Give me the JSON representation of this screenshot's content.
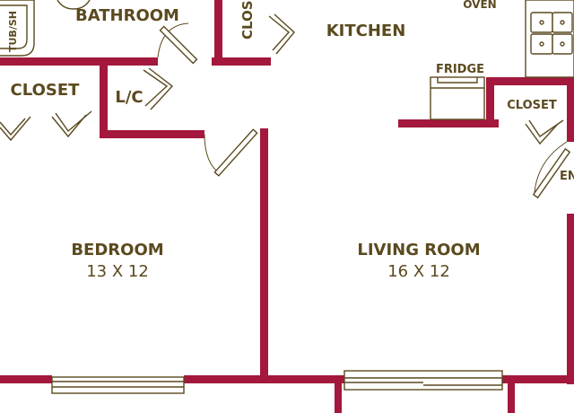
{
  "rooms": {
    "bathroom": "BATHROOM",
    "tub": "TUB/SH",
    "closet_top": "CLOS",
    "kitchen": "KITCHEN",
    "oven": "OVEN",
    "fridge": "FRIDGE",
    "closet_left": "CLOSET",
    "linen": "L/C",
    "closet_right": "CLOSET",
    "entry": "EN",
    "bedroom": "BEDROOM",
    "bedroom_size": "13 X 12",
    "living": "LIVING ROOM",
    "living_size": "16 X 12"
  },
  "colors": {
    "wall": "#a3183c",
    "label": "#5b4a1f",
    "background": "#ffffff"
  }
}
